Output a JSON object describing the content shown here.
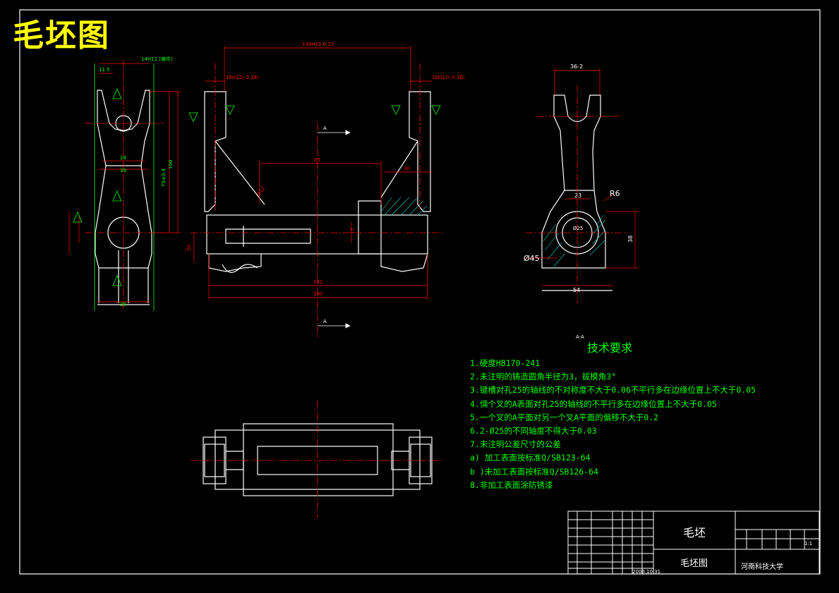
{
  "title": "毛坯图",
  "dimensions": {
    "top_width": "14H11 (铸件)",
    "offset_small": "11.5",
    "fork_span": "136H11 0.25",
    "fork_left": "16H12(-0.18)",
    "fork_right": "16H12(-0.18)",
    "side_width_top": "36-2",
    "radius": "R6",
    "dia45": "Ø45",
    "dia25": "Ø25",
    "w23": "23",
    "w54": "54",
    "h38": "38",
    "w39_top": "39",
    "w39_bot": "39",
    "w28": "28",
    "h100": "100",
    "h75": "75±0.4",
    "len85": "85",
    "len30": "30",
    "len182": "182",
    "len190": "190",
    "h20": "20",
    "h17": "17",
    "r12": "R12",
    "section_label": "A",
    "view_label": "A-A"
  },
  "requirements": {
    "heading": "技术要求",
    "items": [
      "1.硬度HB170-241",
      "2.未注明的铸造圆角半径为3，拔模角3°",
      "3.键槽对孔25的轴线的不对称度不大于0.06不平行多在边缘位置上不大于0.05",
      "4.倆个叉的A表面对孔25的轴线的不平行多在边缘位置上不大于0.05",
      "5.一个叉的A平面对另一个叉A平面的偏移不大于0.2",
      "6.2-Ø25的不同轴度不得大于0.03",
      "7.未注明公差尺寸的公差",
      "a) 加工表面按标准Q/SB123-64",
      "b )未加工表面按标准Q/SB126-64",
      "8.非加工表面涂防锈漆"
    ]
  },
  "title_block": {
    "part_name": "毛坯",
    "drawing_name": "毛坯图",
    "school": "河南科技大学",
    "scale": "1:1",
    "date": "2006.10.31"
  },
  "colors": {
    "outline": "#ffffff",
    "dimension": "#ff0000",
    "annotation": "#00ff00",
    "heading": "#ffff00",
    "hatch": "#00cccc"
  }
}
